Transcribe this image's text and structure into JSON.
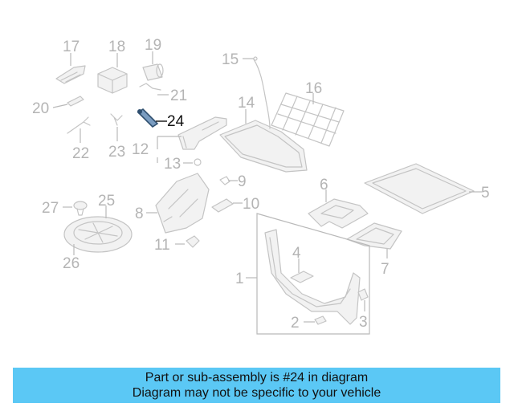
{
  "diagram": {
    "callouts": [
      "1",
      "2",
      "3",
      "4",
      "5",
      "6",
      "7",
      "8",
      "9",
      "10",
      "11",
      "12",
      "13",
      "14",
      "15",
      "16",
      "17",
      "18",
      "19",
      "20",
      "21",
      "22",
      "23",
      "24",
      "25",
      "26",
      "27"
    ],
    "highlighted": "24",
    "highlight_color": "#2f4f6f",
    "part_color": "#c4c4c4"
  },
  "banner": {
    "line1": "Part or sub-assembly is #24 in diagram",
    "line2": "Diagram may not be specific to your vehicle",
    "background": "#5bc8f5"
  }
}
